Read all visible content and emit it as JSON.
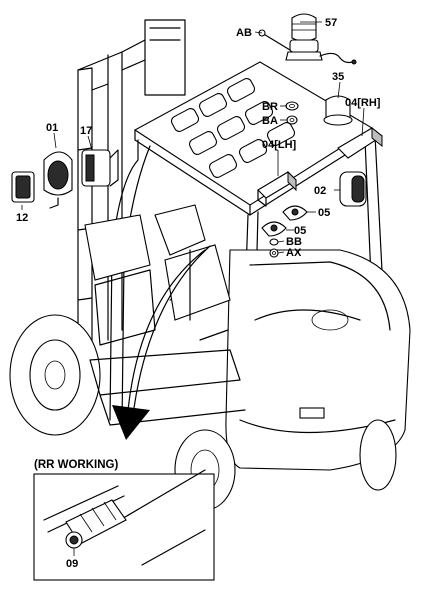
{
  "diagram": {
    "callouts": [
      {
        "id": "57",
        "text": "57"
      },
      {
        "id": "AB",
        "text": "AB"
      },
      {
        "id": "35",
        "text": "35"
      },
      {
        "id": "BR",
        "text": "BR"
      },
      {
        "id": "BA",
        "text": "BA"
      },
      {
        "id": "04RH",
        "text": "04[RH]"
      },
      {
        "id": "04LH",
        "text": "04[LH]"
      },
      {
        "id": "01",
        "text": "01"
      },
      {
        "id": "17",
        "text": "17"
      },
      {
        "id": "02",
        "text": "02"
      },
      {
        "id": "05a",
        "text": "05"
      },
      {
        "id": "05b",
        "text": "05"
      },
      {
        "id": "BB",
        "text": "BB"
      },
      {
        "id": "AX",
        "text": "AX"
      },
      {
        "id": "12",
        "text": "12"
      },
      {
        "id": "09",
        "text": "09"
      }
    ],
    "inset": {
      "title": "(RR WORKING)"
    }
  }
}
